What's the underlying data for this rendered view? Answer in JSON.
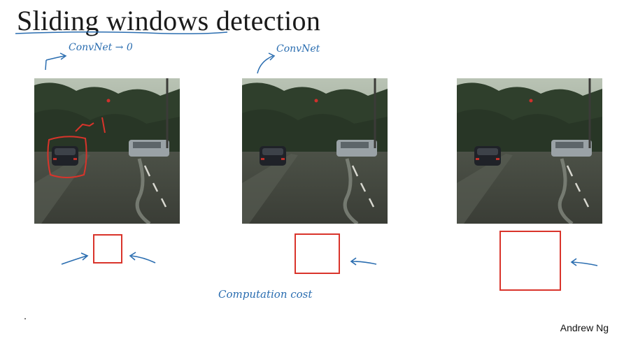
{
  "slide": {
    "title": "Sliding windows detection",
    "credit": "Andrew Ng"
  },
  "annotations": {
    "note1": "ConvNet → 0",
    "note2": "ConvNet",
    "note3": "Computation cost"
  },
  "colors": {
    "window_red": "#d9342b",
    "ink_blue": "#2a6db0",
    "title_text": "#1a1a1a"
  },
  "icons": {
    "arrow": "hand-drawn-arrow-icon"
  }
}
